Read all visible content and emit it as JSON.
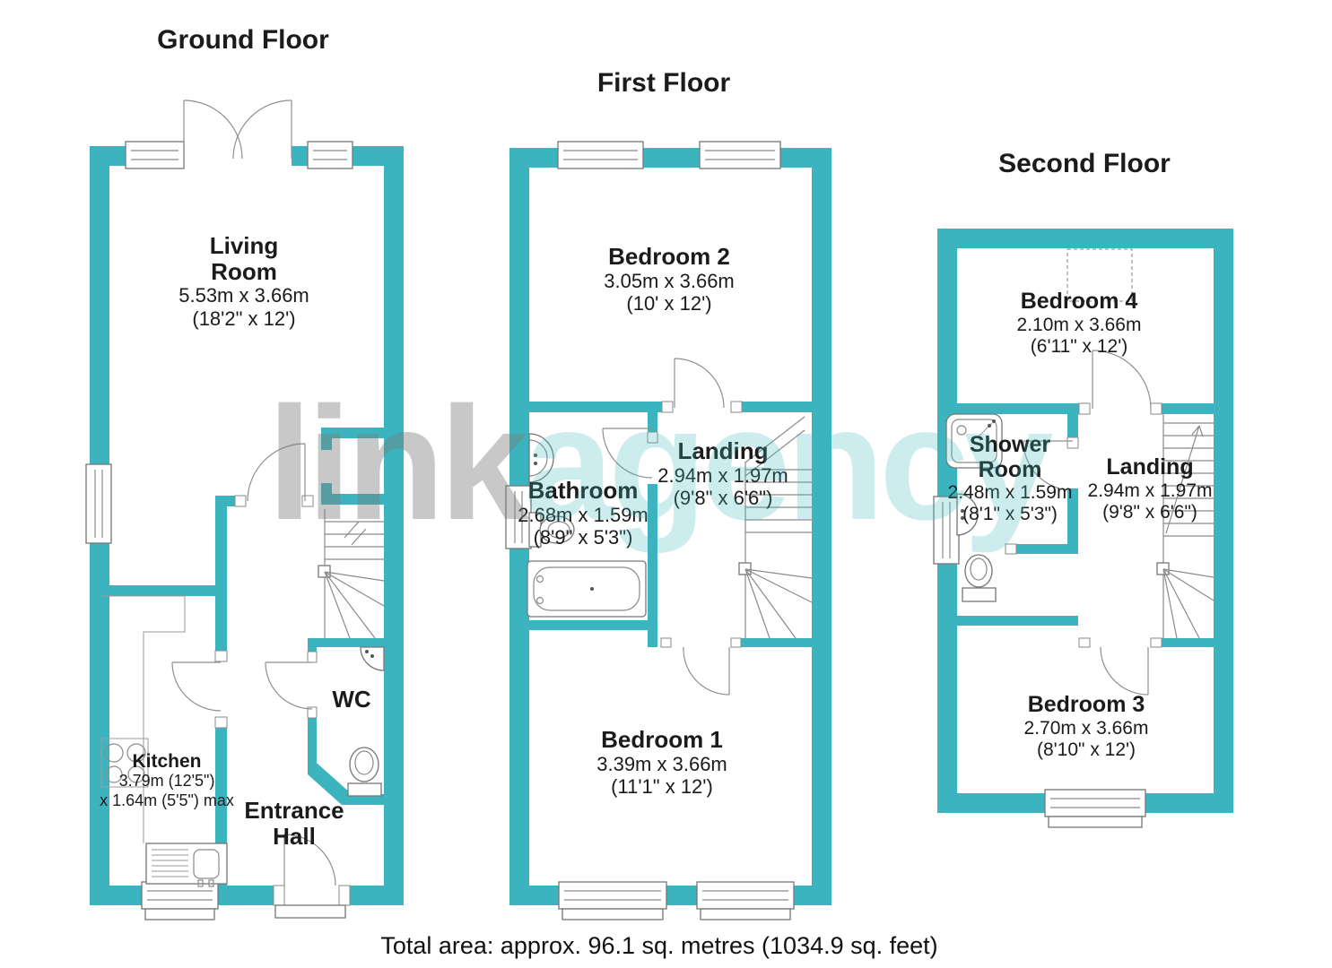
{
  "titles": {
    "ground": "Ground Floor",
    "first": "First Floor",
    "second": "Second Floor"
  },
  "rooms": {
    "living": {
      "name_lines": [
        "Living",
        "Room"
      ],
      "dim_m": "5.53m x 3.66m",
      "dim_ft": "(18'2\" x 12')"
    },
    "kitchen": {
      "name_lines": [
        "Kitchen"
      ],
      "dim_m": "3.79m (12'5\")",
      "dim_ft": "x 1.64m (5'5\") max"
    },
    "wc": {
      "name_lines": [
        "WC"
      ]
    },
    "hall": {
      "name_lines": [
        "Entrance",
        "Hall"
      ]
    },
    "bedroom2": {
      "name_lines": [
        "Bedroom 2"
      ],
      "dim_m": "3.05m x 3.66m",
      "dim_ft": "(10' x 12')"
    },
    "bathroom": {
      "name_lines": [
        "Bathroom"
      ],
      "dim_m": "2.68m x 1.59m",
      "dim_ft": "(8'9\" x 5'3\")"
    },
    "landing1": {
      "name_lines": [
        "Landing"
      ],
      "dim_m": "2.94m x 1.97m",
      "dim_ft": "(9'8\" x 6'6\")"
    },
    "bedroom1": {
      "name_lines": [
        "Bedroom 1"
      ],
      "dim_m": "3.39m x 3.66m",
      "dim_ft": "(11'1\" x 12')"
    },
    "bedroom4": {
      "name_lines": [
        "Bedroom 4"
      ],
      "dim_m": "2.10m x 3.66m",
      "dim_ft": "(6'11\" x 12')"
    },
    "shower": {
      "name_lines": [
        "Shower",
        "Room"
      ],
      "dim_m": "2.48m x 1.59m",
      "dim_ft": "(8'1\" x 5'3\")"
    },
    "landing2": {
      "name_lines": [
        "Landing"
      ],
      "dim_m": "2.94m x 1.97m",
      "dim_ft": "(9'8\" x 6'6\")"
    },
    "bedroom3": {
      "name_lines": [
        "Bedroom 3"
      ],
      "dim_m": "2.70m x 3.66m",
      "dim_ft": "(8'10\" x 12')"
    }
  },
  "footer": {
    "total_area": "Total area: approx. 96.1 sq. metres (1034.9 sq. feet)"
  },
  "watermark": {
    "part1": "link",
    "part2": "agency"
  },
  "colors": {
    "wall": "#3cb4bf"
  }
}
